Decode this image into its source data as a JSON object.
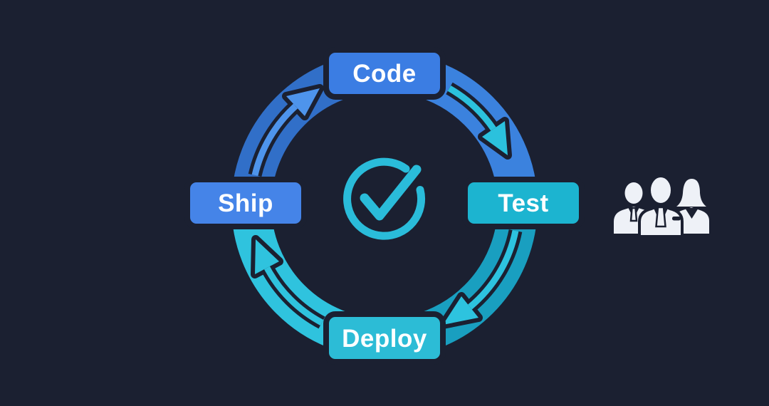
{
  "background": "#1b2031",
  "text_color": "#ffffff",
  "diagram": {
    "title": "development-cycle",
    "flow_order": [
      "Code",
      "Test",
      "Deploy",
      "Ship"
    ],
    "stages": [
      {
        "id": "code",
        "label": "Code",
        "position": "top",
        "box_color": "#3b7de3"
      },
      {
        "id": "test",
        "label": "Test",
        "position": "right",
        "box_color": "#1cb4d0"
      },
      {
        "id": "deploy",
        "label": "Deploy",
        "position": "bottom",
        "box_color": "#2cbcd6"
      },
      {
        "id": "ship",
        "label": "Ship",
        "position": "left",
        "box_color": "#4584e8"
      }
    ],
    "ring": {
      "outline_color": "#1b2031",
      "segments": [
        {
          "from": "ship",
          "to": "code",
          "band_color": "#316fc8",
          "arrow_color": "#4e94ec"
        },
        {
          "from": "code",
          "to": "test",
          "band_color": "#3b82de",
          "arrow_color": "#2bc1dd"
        },
        {
          "from": "test",
          "to": "deploy",
          "band_color": "#199fc0",
          "arrow_color": "#2dc3df"
        },
        {
          "from": "deploy",
          "to": "ship",
          "band_color": "#2fc3de",
          "arrow_color": "#2fc3de"
        }
      ]
    },
    "center_icon": {
      "name": "checkmark-circle-icon",
      "color": "#2abcda"
    },
    "team_icon": {
      "name": "team-icon",
      "color": "#eef1f7"
    }
  }
}
